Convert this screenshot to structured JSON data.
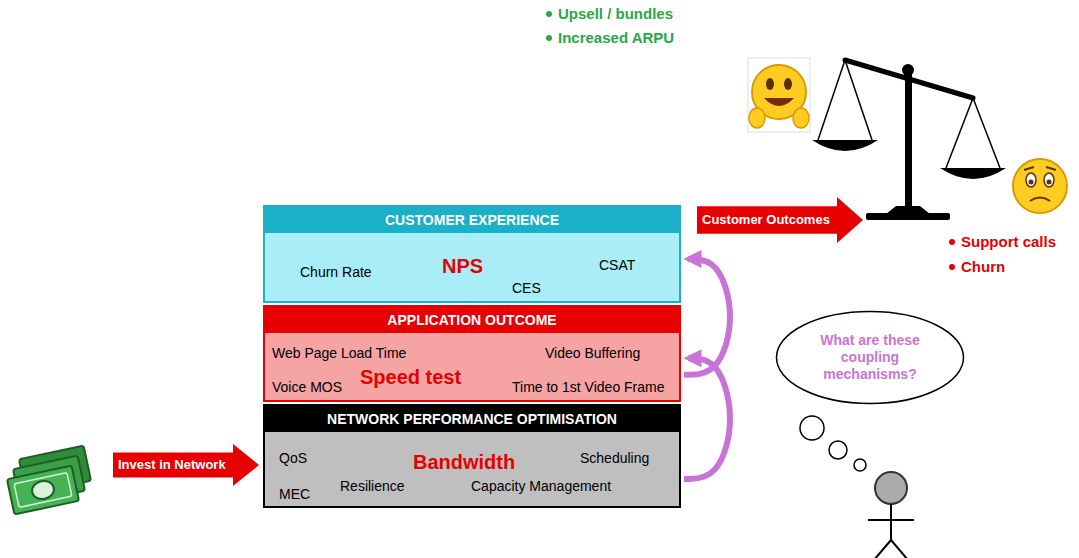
{
  "diagram": {
    "nodes": [
      {
        "text": [
          "CUSTOMER EXPERIENCE",
          "Churn Rate",
          "NPS",
          "CES",
          "CSAT"
        ]
      },
      {
        "text": [
          "Customer Outcomes"
        ]
      },
      {
        "text": [
          "APPLICATION OUTCOME",
          "Web Page Load Time",
          "Speed test",
          "Video Buffering",
          "Voice MOS",
          "Time to 1st Video Frame"
        ]
      },
      {
        "text": [
          "What are these coupling mechanisms?"
        ]
      },
      {
        "text": [
          "NETWORK PERFORMANCE OPTIMISATION",
          "QoS",
          "Bandwidth",
          "Scheduling",
          "MEC",
          "Resilience",
          "Capacity Management"
        ]
      },
      {
        "text": [
          "Invest in Network"
        ]
      }
    ],
    "edges": [
      {
        "from": 4,
        "to": 2,
        "arrow": "to"
      },
      {
        "from": 2,
        "to": 0,
        "arrow": "to"
      }
    ],
    "labels": [
      "Upsell / bundles",
      "Increased ARPU",
      "Support calls",
      "Churn"
    ]
  }
}
